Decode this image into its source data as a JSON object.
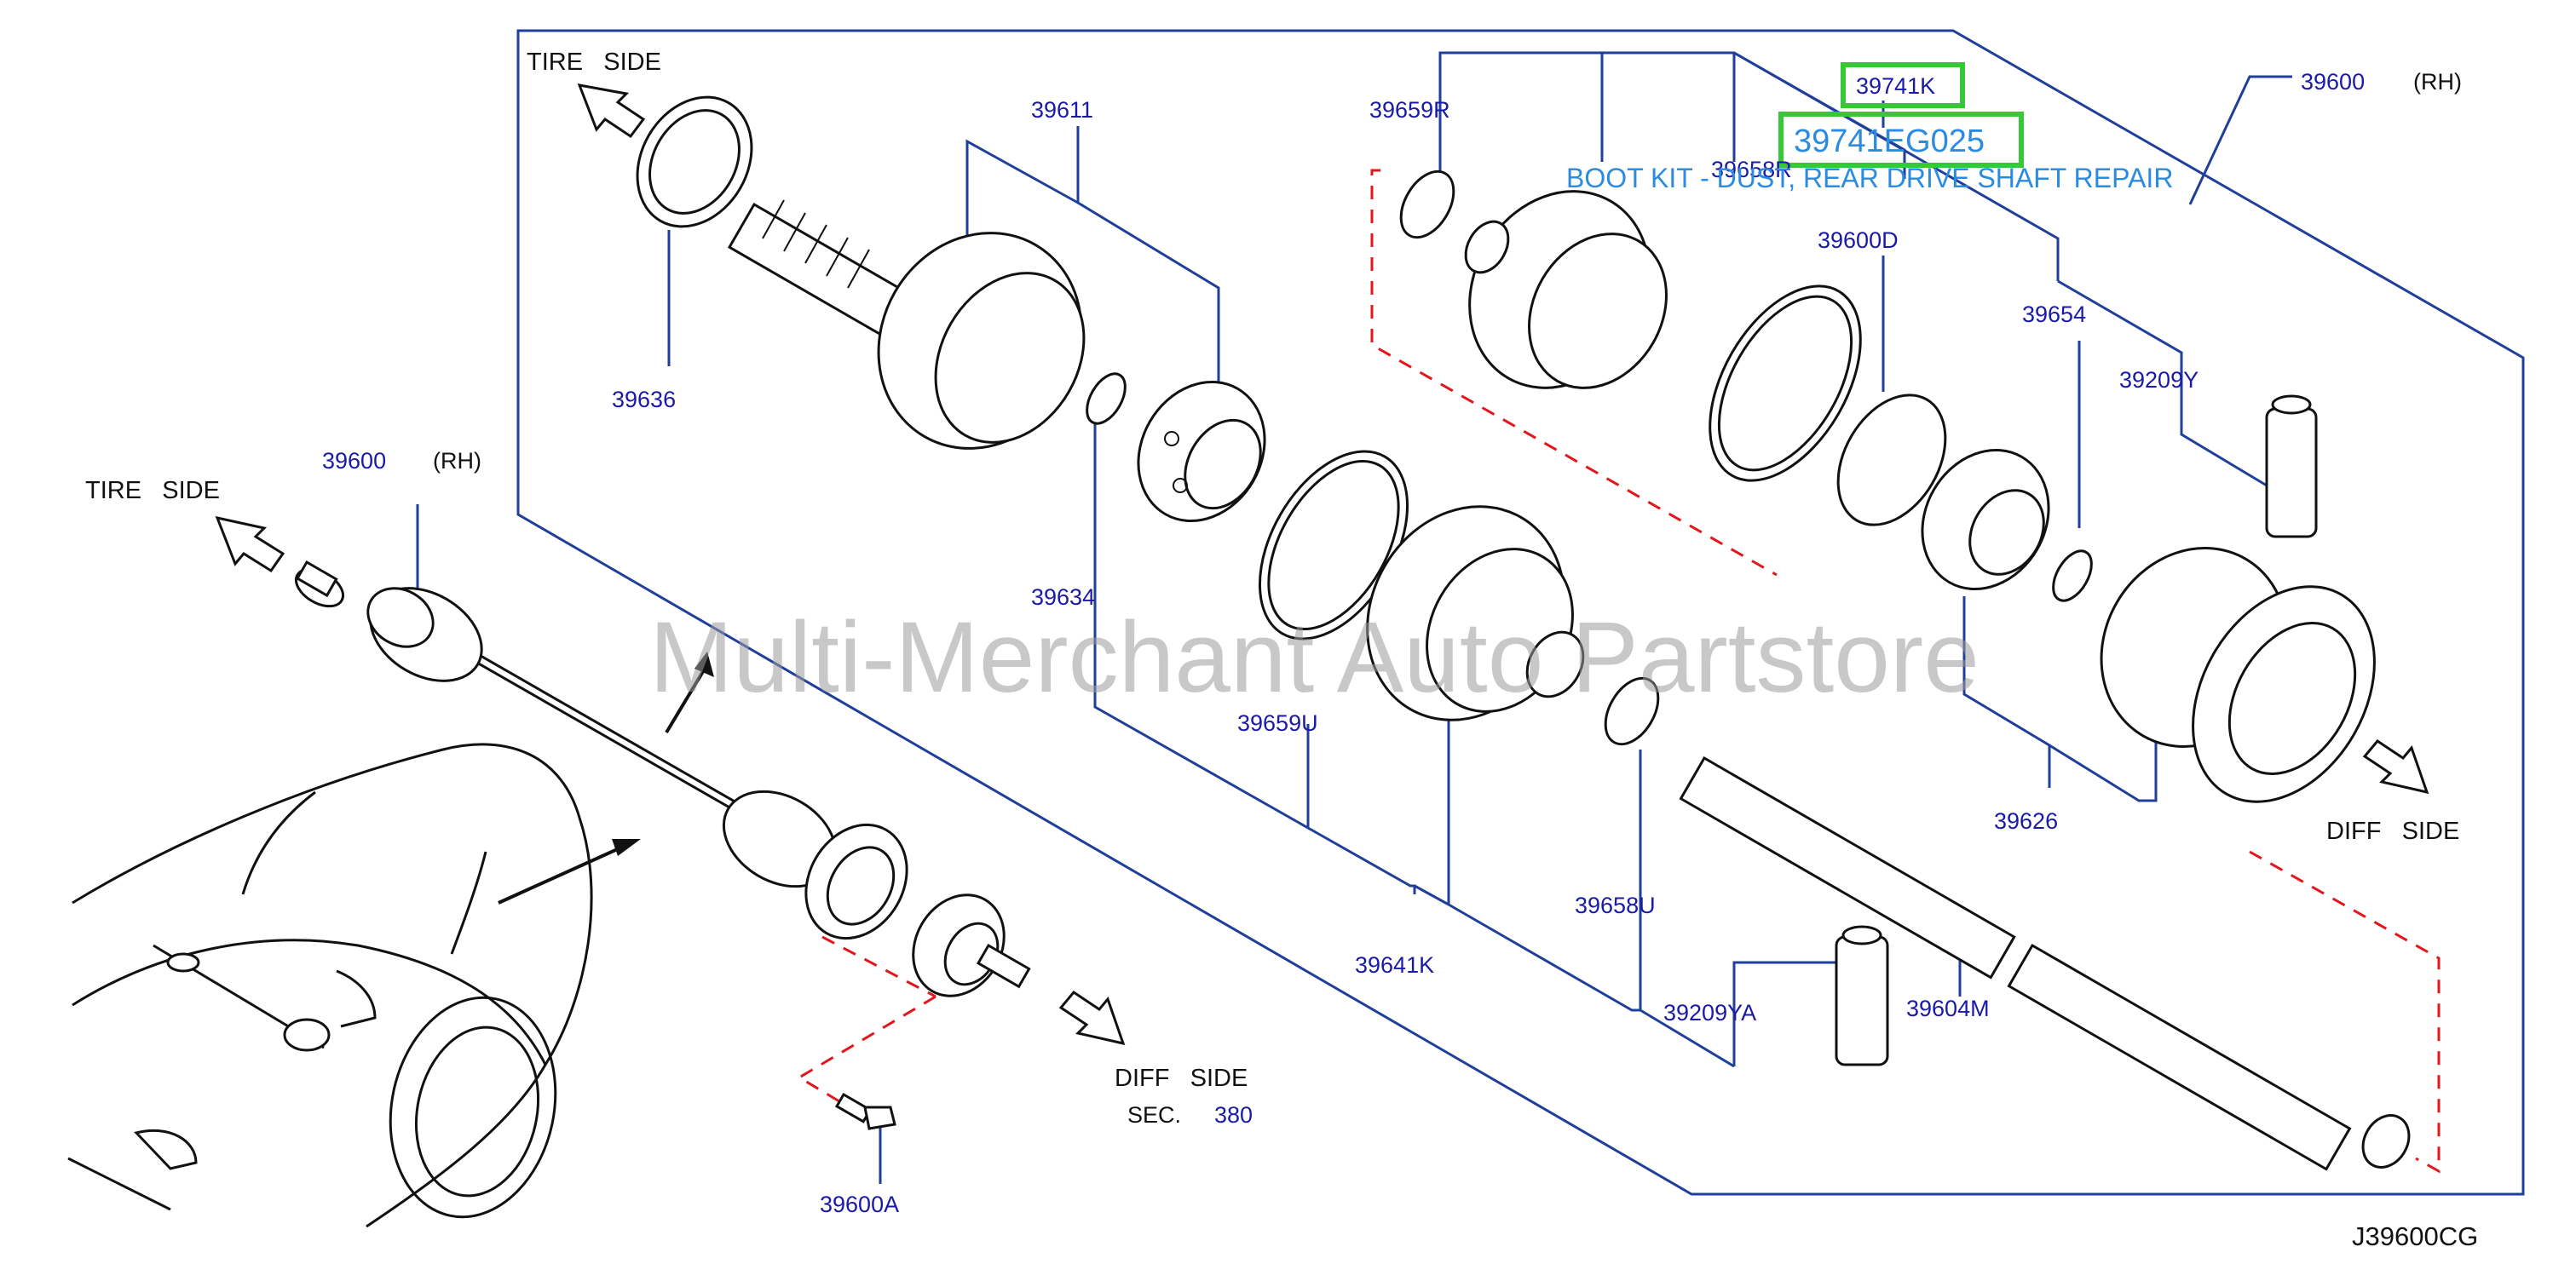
{
  "labels": {
    "tire_side_top": "TIRE   SIDE",
    "tire_side_left": "TIRE   SIDE",
    "diff_side_right": "DIFF   SIDE",
    "diff_side_bottom": "DIFF   SIDE",
    "sec": "SEC.",
    "sec_num": "380",
    "rh_top": "(RH)",
    "rh_left": "(RH)",
    "drawing_code": "J39600CG"
  },
  "parts": {
    "p39600_top": "39600",
    "p39600_left": "39600",
    "p39611": "39611",
    "p39636": "39636",
    "p39634": "39634",
    "p39659R": "39659R",
    "p39658R": "39658R",
    "p39741K": "39741K",
    "p39600D": "39600D",
    "p39654": "39654",
    "p39209Y": "39209Y",
    "p39659U": "39659U",
    "p39641K": "39641K",
    "p39658U": "39658U",
    "p39626": "39626",
    "p39209YA": "39209YA",
    "p39604M": "39604M",
    "p39600A": "39600A"
  },
  "highlight": {
    "part_number": "39741EG025",
    "description": "BOOT KIT - DUST, REAR DRIVE SHAFT REPAIR",
    "color": "#37c837"
  },
  "watermark": "Multi-Merchant Auto Partstore",
  "colors": {
    "callout_line": "#1f3f9a",
    "label_text": "#1a1aa8",
    "dashed_guide": "#e3161b",
    "highlight_text": "#2b8be0"
  }
}
